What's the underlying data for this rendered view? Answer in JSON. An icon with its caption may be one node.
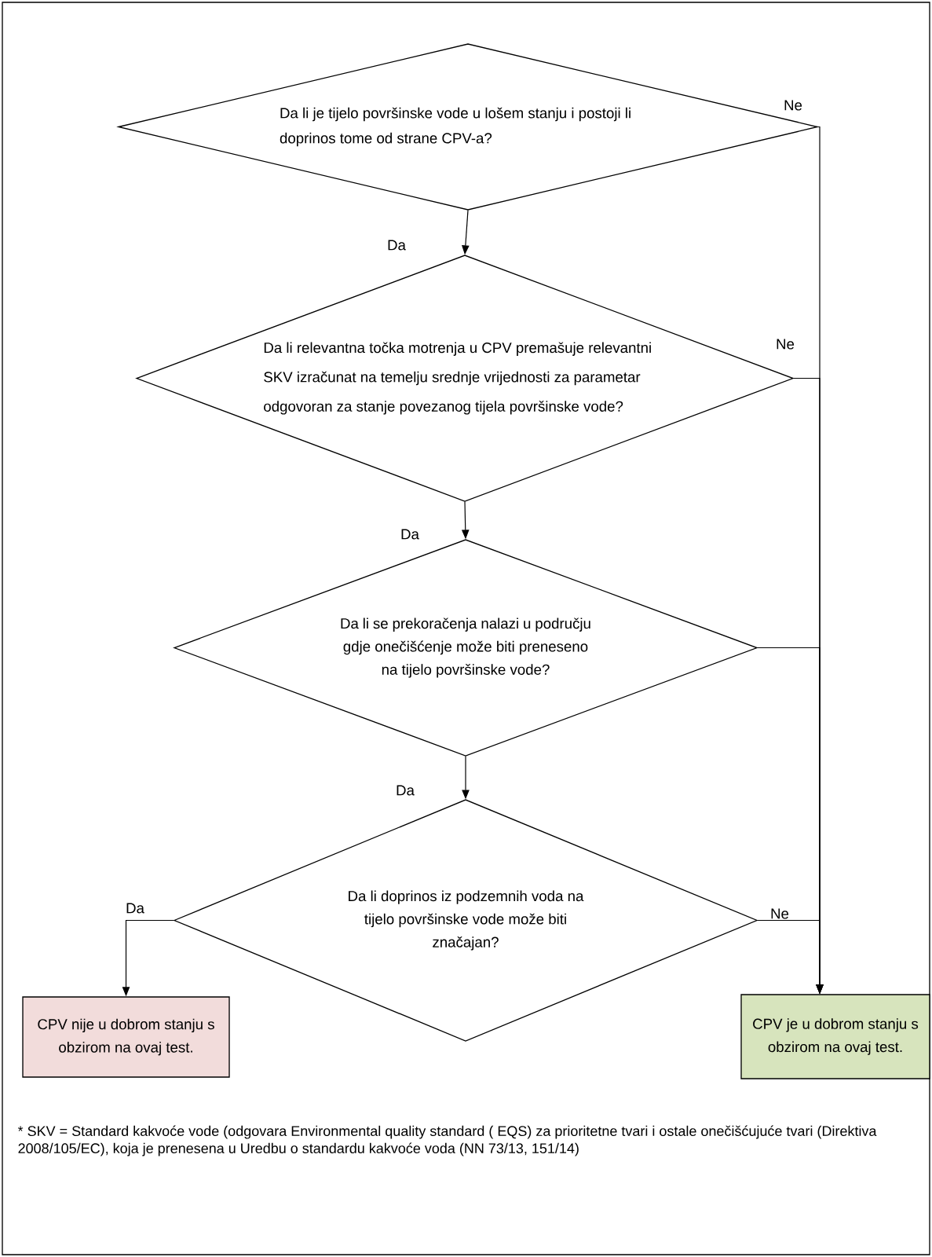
{
  "diagram": {
    "nodes": [
      {
        "text": [
          "Da li je tijelo površinske vode u lošem stanju i postoji li doprinos tome od strane CPV-a?"
        ]
      },
      {
        "text": [
          "Da li relevantna točka motrenja u CPV premašuje relevantni SKV izračunat na temelju srednje vrijednosti za parametar odgovoran za stanje povezanog tijela površinske vode?"
        ]
      },
      {
        "text": [
          "Da li se prekoračenja nalazi u području gdje onečišćenje može biti preneseno na tijelo površinske vode?"
        ]
      },
      {
        "text": [
          "Da li doprinos iz podzemnih voda na tijelo površinske vode može biti značajan?"
        ]
      },
      {
        "text": [
          "CPV nije u dobrom stanju s obzirom na ovaj test."
        ]
      },
      {
        "text": [
          "CPV je u dobrom stanju s obzirom na ovaj test."
        ]
      }
    ],
    "edges": [
      {
        "from": 0,
        "to": 1,
        "arrow": "to",
        "label": "Da"
      },
      {
        "from": 1,
        "to": 2,
        "arrow": "to",
        "label": "Da"
      },
      {
        "from": 2,
        "to": 3,
        "arrow": "to",
        "label": "Da"
      },
      {
        "from": 3,
        "to": 4,
        "arrow": "to",
        "label": "Da"
      },
      {
        "from": 0,
        "to": 5,
        "arrow": "to",
        "label": "Ne"
      },
      {
        "from": 1,
        "to": 5,
        "arrow": "to",
        "label": "Ne"
      },
      {
        "from": 2,
        "to": 5,
        "arrow": "to"
      },
      {
        "from": 3,
        "to": 5,
        "arrow": "to",
        "label": "Ne"
      }
    ],
    "labels": [
      "* SKV = Standard kakvoće vode (odgovara Environmental quality standard ( EQS) za prioritetne tvari i ostale onečišćujuće tvari (Direktiva 2008/105/EC), koja je prenesena u Uredbu o standardu kakvoće voda (NN 73/13, 151/14)"
    ]
  }
}
